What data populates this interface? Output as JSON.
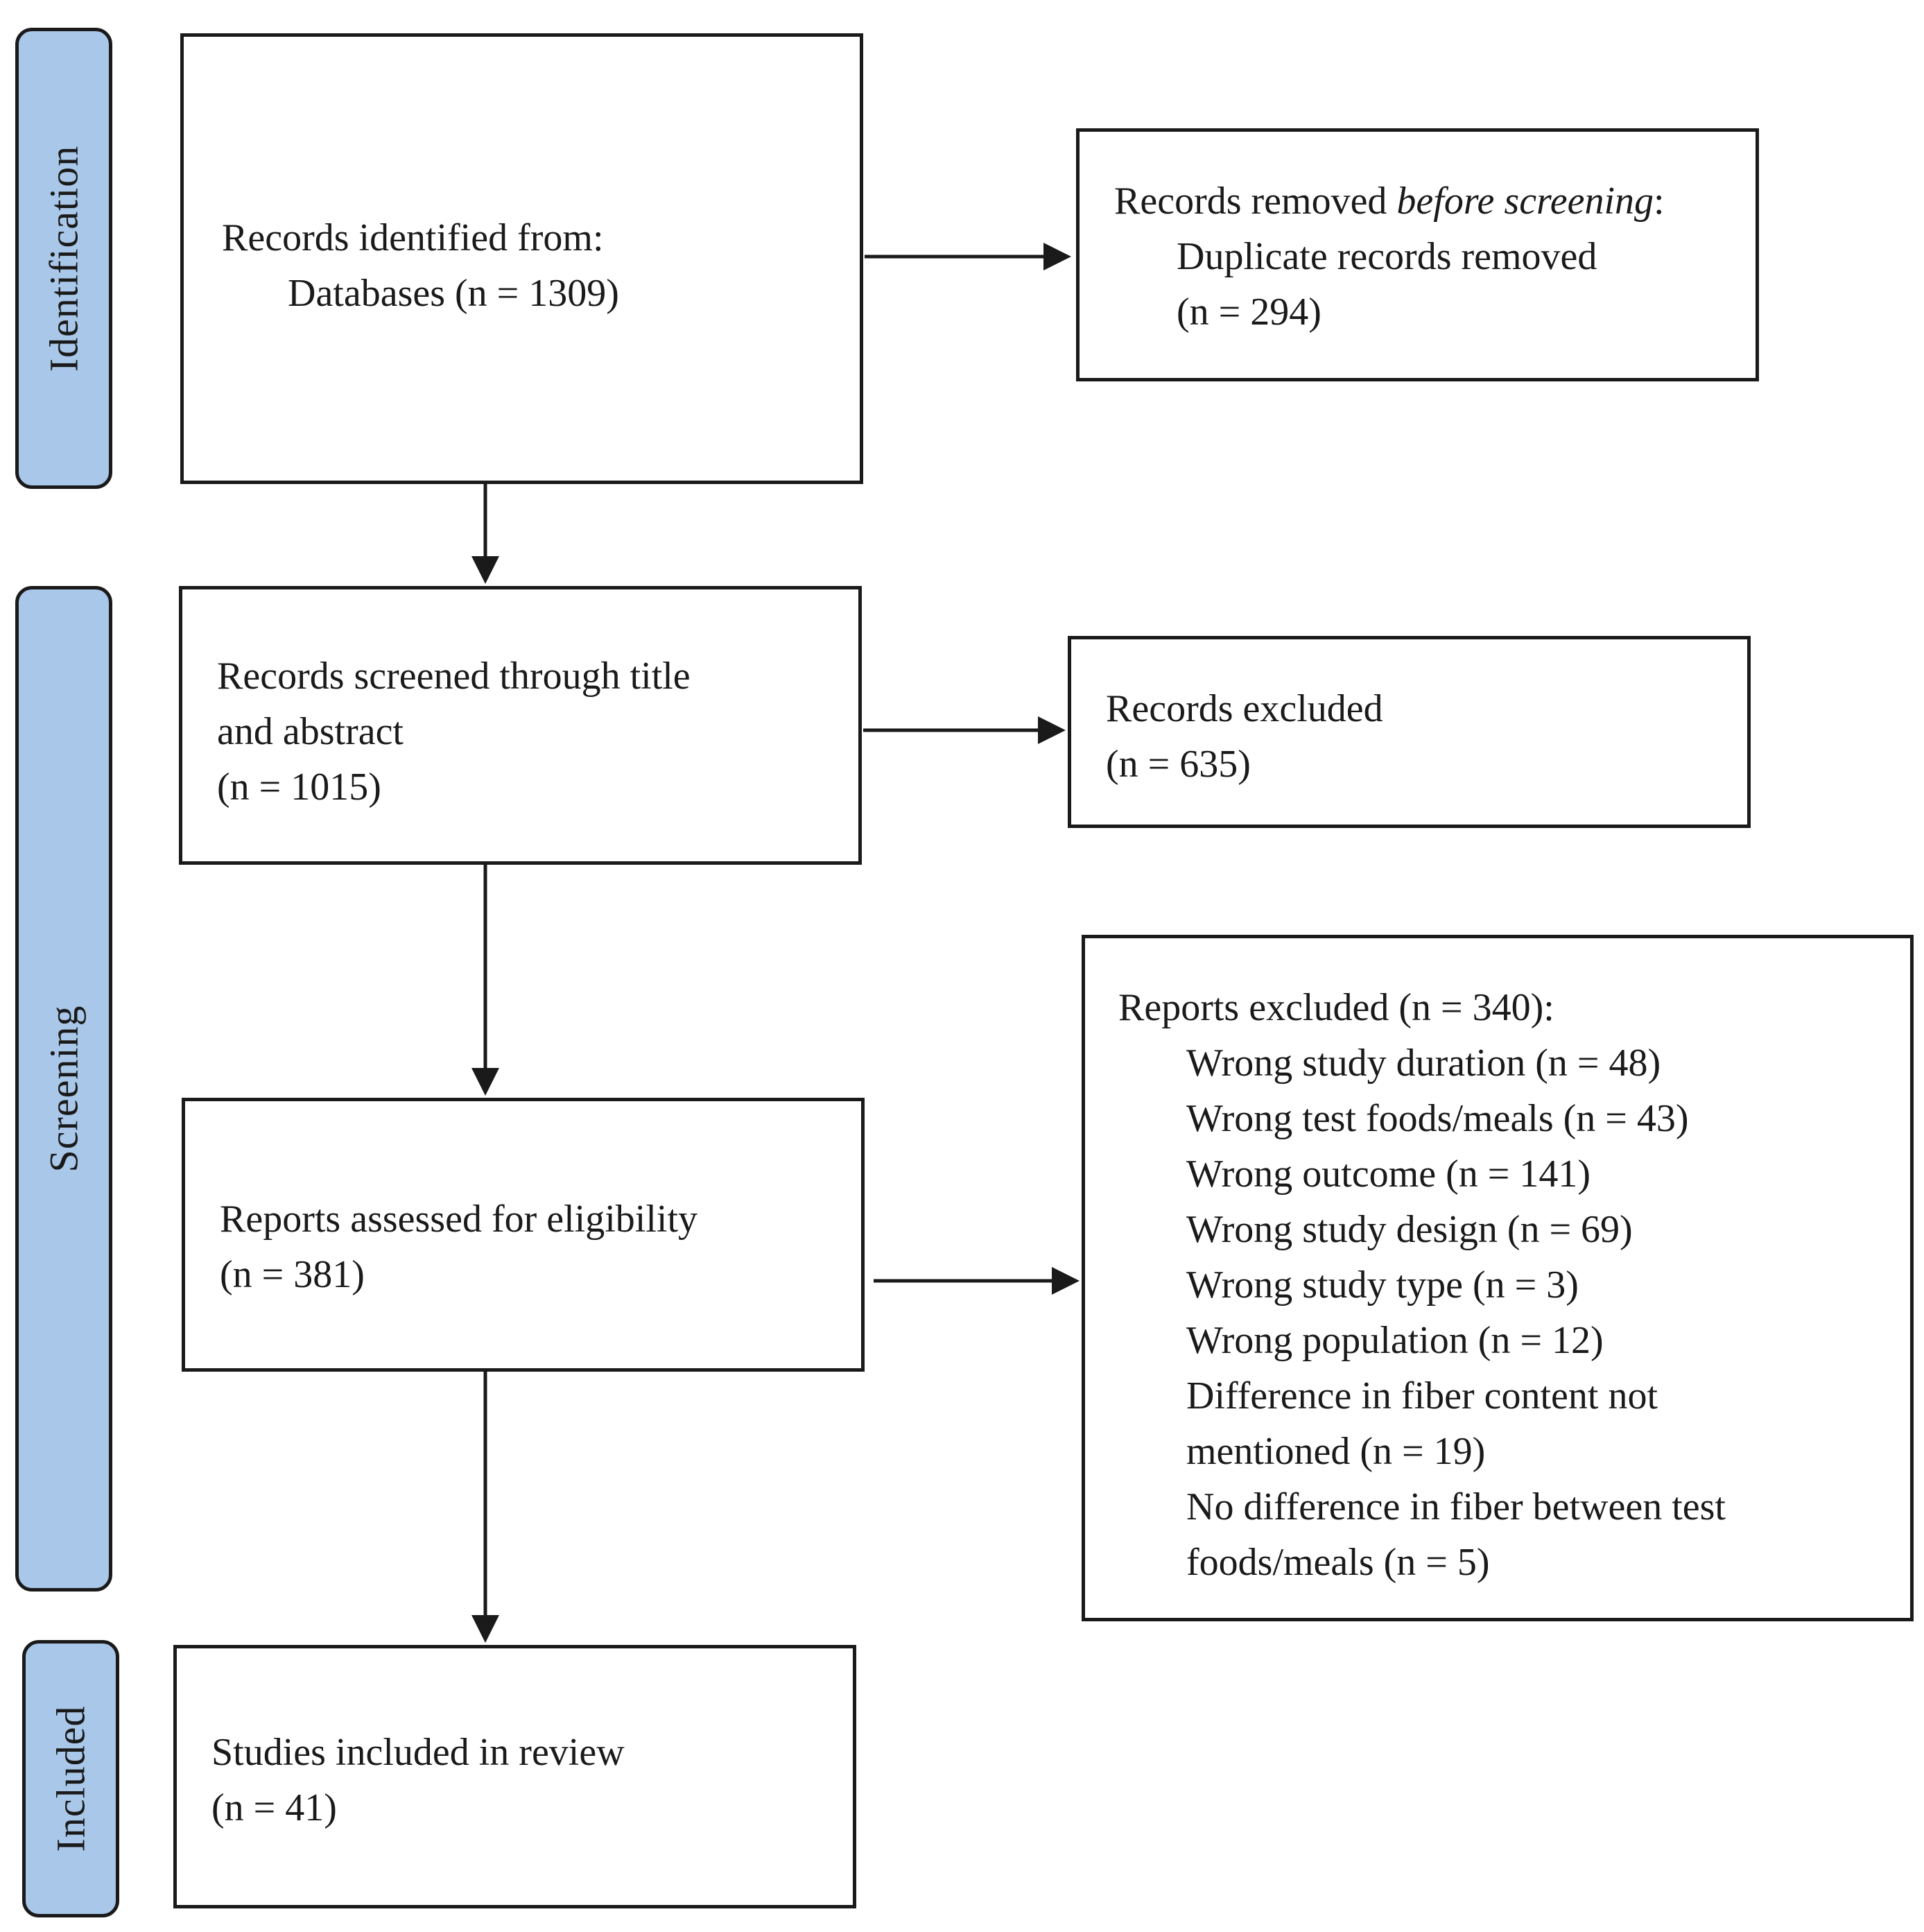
{
  "phases": {
    "identification": "Identification",
    "screening": "Screening",
    "included": "Included"
  },
  "boxes": {
    "identified": {
      "line1": "Records identified from:",
      "line2": "Databases (n = 1309)"
    },
    "removed": {
      "line1_prefix": "Records removed ",
      "line1_italic": "before screening",
      "line1_suffix": ":",
      "line2": "Duplicate records removed",
      "line3": "(n = 294)"
    },
    "screened": {
      "line1": "Records screened through title",
      "line2": "and abstract",
      "line3": "(n = 1015)"
    },
    "excluded": {
      "line1": "Records excluded",
      "line2": "(n = 635)"
    },
    "assessed": {
      "line1": "Reports assessed for eligibility",
      "line2": "(n = 381)"
    },
    "reports_excluded": {
      "title": "Reports excluded (n = 340):",
      "reasons": [
        "Wrong study duration (n = 48)",
        "Wrong test foods/meals (n = 43)",
        "Wrong outcome (n = 141)",
        "Wrong study design (n = 69)",
        "Wrong study type (n = 3)",
        "Wrong population (n = 12)",
        "Difference in fiber content not",
        "mentioned (n = 19)",
        "No difference in fiber between test",
        "foods/meals (n = 5)"
      ]
    },
    "included": {
      "line1": "Studies included in review",
      "line2": "(n = 41)"
    }
  }
}
